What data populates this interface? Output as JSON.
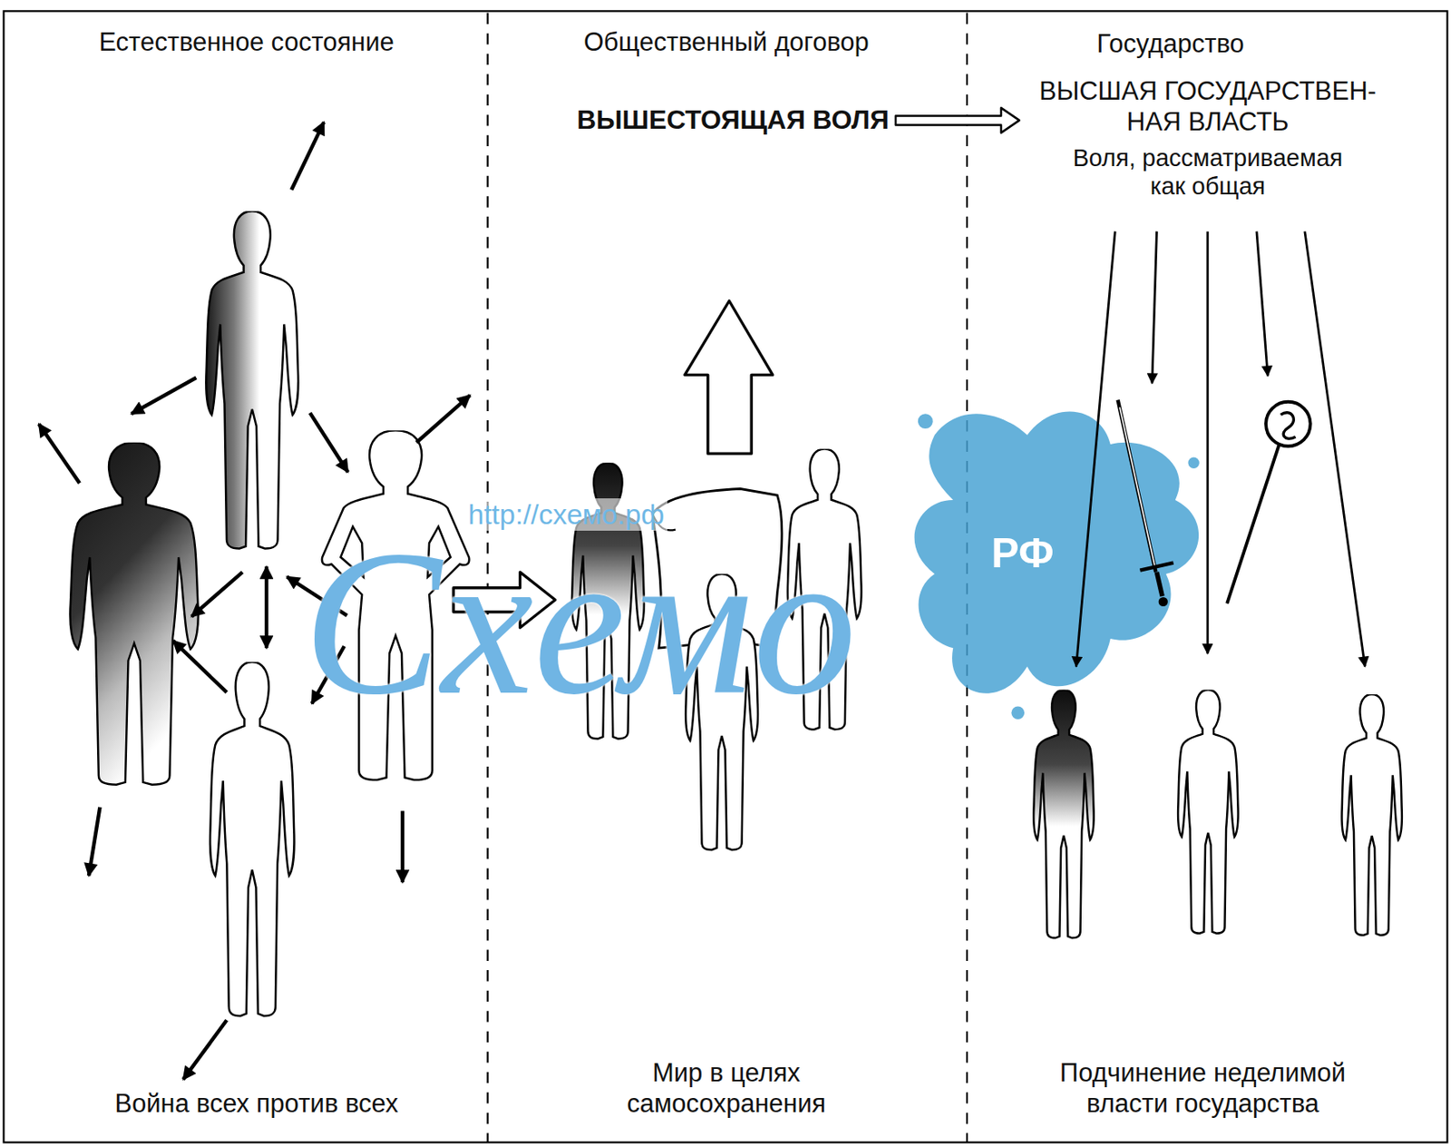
{
  "diagram": {
    "nodes": [
      {
        "text": [
          "Естественное состояние",
          "Война всех против всех"
        ]
      },
      {
        "text": [
          "Общественный договор",
          "Мир в целях самосохранения"
        ]
      },
      {
        "text": [
          "Государство",
          "Подчинение неделимой власти государства"
        ]
      },
      {
        "text": [
          "ВЫШЕСТОЯЩАЯ ВОЛЯ"
        ],
        "in": 1
      },
      {
        "text": [
          "ВЫСШАЯ ГОСУДАРСТВЕН- НАЯ ВЛАСТЬ",
          "Воля, рассматриваемая как общая"
        ],
        "in": 2
      }
    ],
    "edges": [
      {
        "from": 3,
        "to": 4,
        "arrow": "to"
      }
    ],
    "labels": [
      "http://схемо.рф",
      "Схемо",
      "РФ"
    ]
  }
}
